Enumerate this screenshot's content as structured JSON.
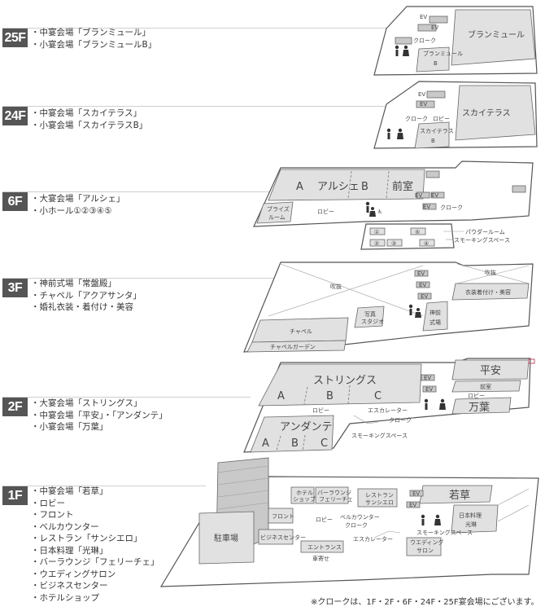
{
  "floors": [
    {
      "label": "25F",
      "items": [
        "・中宴会場「ブランミュール」",
        "・小宴会場「ブランミュールB」"
      ],
      "rooms": {
        "main": "ブランミュール",
        "b1": "ブランミュール",
        "b2": "B",
        "cloak": "クローク",
        "ev": "EV"
      }
    },
    {
      "label": "24F",
      "items": [
        "・中宴会場「スカイテラス」",
        "・小宴会場「スカイテラスB」"
      ],
      "rooms": {
        "main": "スカイテラス",
        "b1": "スカイテラス",
        "b2": "B",
        "cloak": "クローク",
        "lobby": "ロビー",
        "ev": "EV"
      }
    },
    {
      "label": "6F",
      "items": [
        "・大宴会場「アルシェ」",
        "・小ホール①②③④⑤"
      ],
      "rooms": {
        "a": "A",
        "name": "アルシェ",
        "b": "B",
        "front": "前室",
        "bride1": "ブライズ",
        "bride2": "ルーム",
        "lobby": "ロビー",
        "cloak": "クローク",
        "powder": "パウダールーム",
        "smoking": "スモーキングスペース",
        "h1": "①",
        "h2": "②",
        "h3": "③",
        "h4": "④",
        "h5": "⑤",
        "ev": "EV"
      }
    },
    {
      "label": "3F",
      "items": [
        "・神前式場「常盤殿」",
        "・チャペル「アクアサンタ」",
        "・婚礼衣装・着付け・美容"
      ],
      "rooms": {
        "void1": "吹抜",
        "void2": "吹抜",
        "costume": "衣装着付け・美容",
        "photo1": "写真",
        "photo2": "スタジオ",
        "shrine1": "神前",
        "shrine2": "式場",
        "chapel": "チャペル",
        "garden": "チャペルガーデン",
        "ev": "EV"
      }
    },
    {
      "label": "2F",
      "items": [
        "・大宴会場「ストリングス」",
        "・中宴会場「平安」・「アンダンテ」",
        "・小宴会場「万葉」"
      ],
      "rooms": {
        "strings": "ストリングス",
        "a": "A",
        "b": "B",
        "c": "C",
        "lobby": "ロビー",
        "escalator": "エスカレーター",
        "cloak": "クローク",
        "andante": "アンダンテ",
        "smoking": "スモーキングスペース",
        "heian": "平安",
        "front": "前室",
        "lobby2": "ロビー",
        "manyo": "万葉",
        "ev": "EV"
      }
    },
    {
      "label": "1F",
      "items": [
        "・中宴会場「若草」",
        "・ロビー",
        "・フロント",
        "・ベルカウンター",
        "・レストラン「サンシエロ」",
        "・日本料理「光琳」",
        "・バーラウンジ「フェリーチェ」",
        "・ウエディングサロン",
        "・ビジネスセンター",
        "・ホテルショップ"
      ],
      "rooms": {
        "parking": "駐車場",
        "shop1": "ホテル",
        "shop2": "ショップ",
        "bar1": "バーラウンジ",
        "bar2": "フェリーチェ",
        "rest1": "レストラン",
        "rest2": "サンシエロ",
        "wakakusa": "若草",
        "front": "フロント",
        "lobby": "ロビー",
        "bell1": "ベルカウンター",
        "bell2": "クローク",
        "business": "ビジネスセンター",
        "japanese1": "日本料理",
        "japanese2": "光琳",
        "entrance": "エントランス",
        "car": "車寄せ",
        "escalator": "エスカレーター",
        "smoking": "スモーキングスペース",
        "salon1": "ウエディング",
        "salon2": "サロン",
        "ev": "EV"
      }
    }
  ],
  "note": "※クロークは、1F・2F・6F・24F・25F宴会場にございます。"
}
